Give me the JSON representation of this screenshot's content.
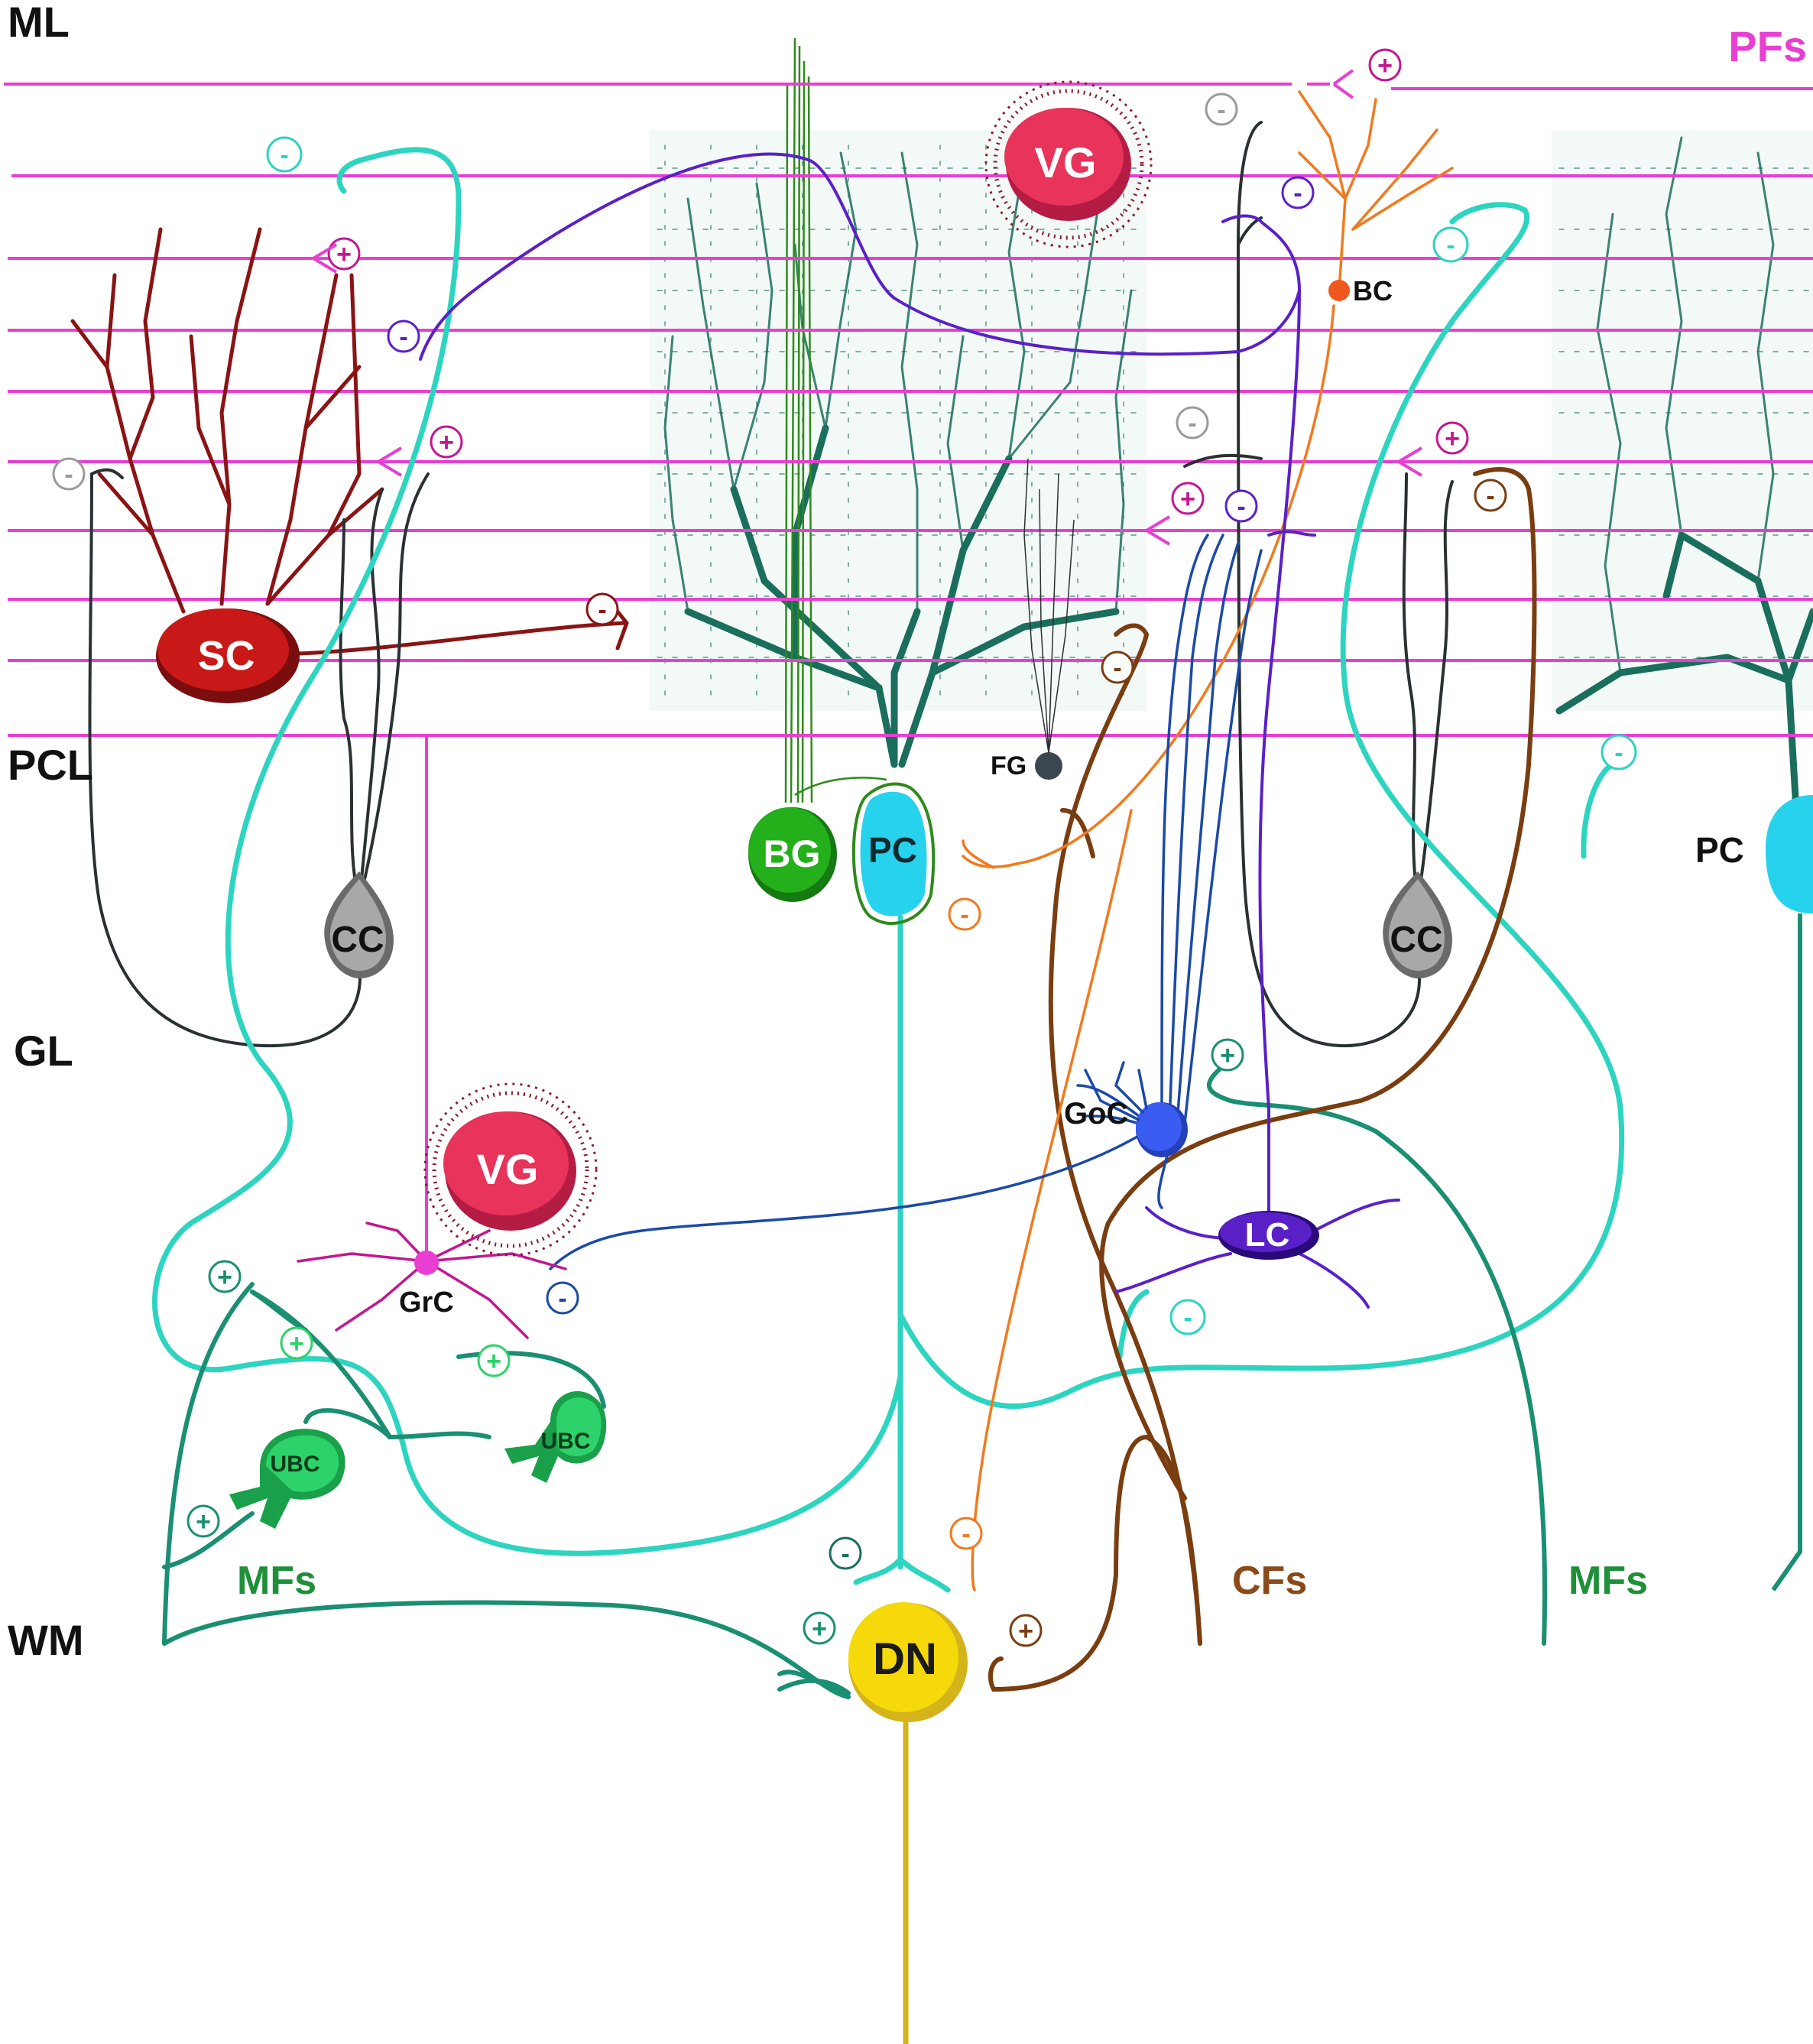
{
  "layers": {
    "ml": "ML",
    "pcl": "PCL",
    "gl": "GL",
    "wm": "WM"
  },
  "fibers": {
    "pfs": "PFs",
    "mfs_left": "MFs",
    "mfs_right": "MFs",
    "cfs": "CFs"
  },
  "cells": {
    "vg_top": "VG",
    "vg_bottom": "VG",
    "sc": "SC",
    "bc": "BC",
    "fg": "FG",
    "bg": "BG",
    "pc_center": "PC",
    "pc_right": "PC",
    "cc_left": "CC",
    "cc_right": "CC",
    "goc": "GoC",
    "lc": "LC",
    "grc": "GrC",
    "ubc_left": "UBC",
    "ubc_right": "UBC",
    "dn": "DN"
  },
  "signs": {
    "plus": "+",
    "minus": "-"
  },
  "colors": {
    "parallel_fibers": "#e83fd2",
    "purkinje_axon": "#2dd4c0",
    "purkinje_dendrites": "#1a6e5c",
    "mossy_fibers": "#1a8f72",
    "climbing_fibers": "#7a3d10",
    "basket_cell": "#f07a1f",
    "lugaro_cell": "#5a20c8",
    "golgi_cell": "#1b4aa8",
    "candelabrum_cell": "#2a3133",
    "stellate_cell": "#8a1414",
    "granule_cell": "#c4168f",
    "bergmann_glia": "#2e8a1a",
    "velate_glia": "#e8335a",
    "dentate_nucleus": "#f5d90a",
    "dn_axon": "#d4b41a"
  }
}
